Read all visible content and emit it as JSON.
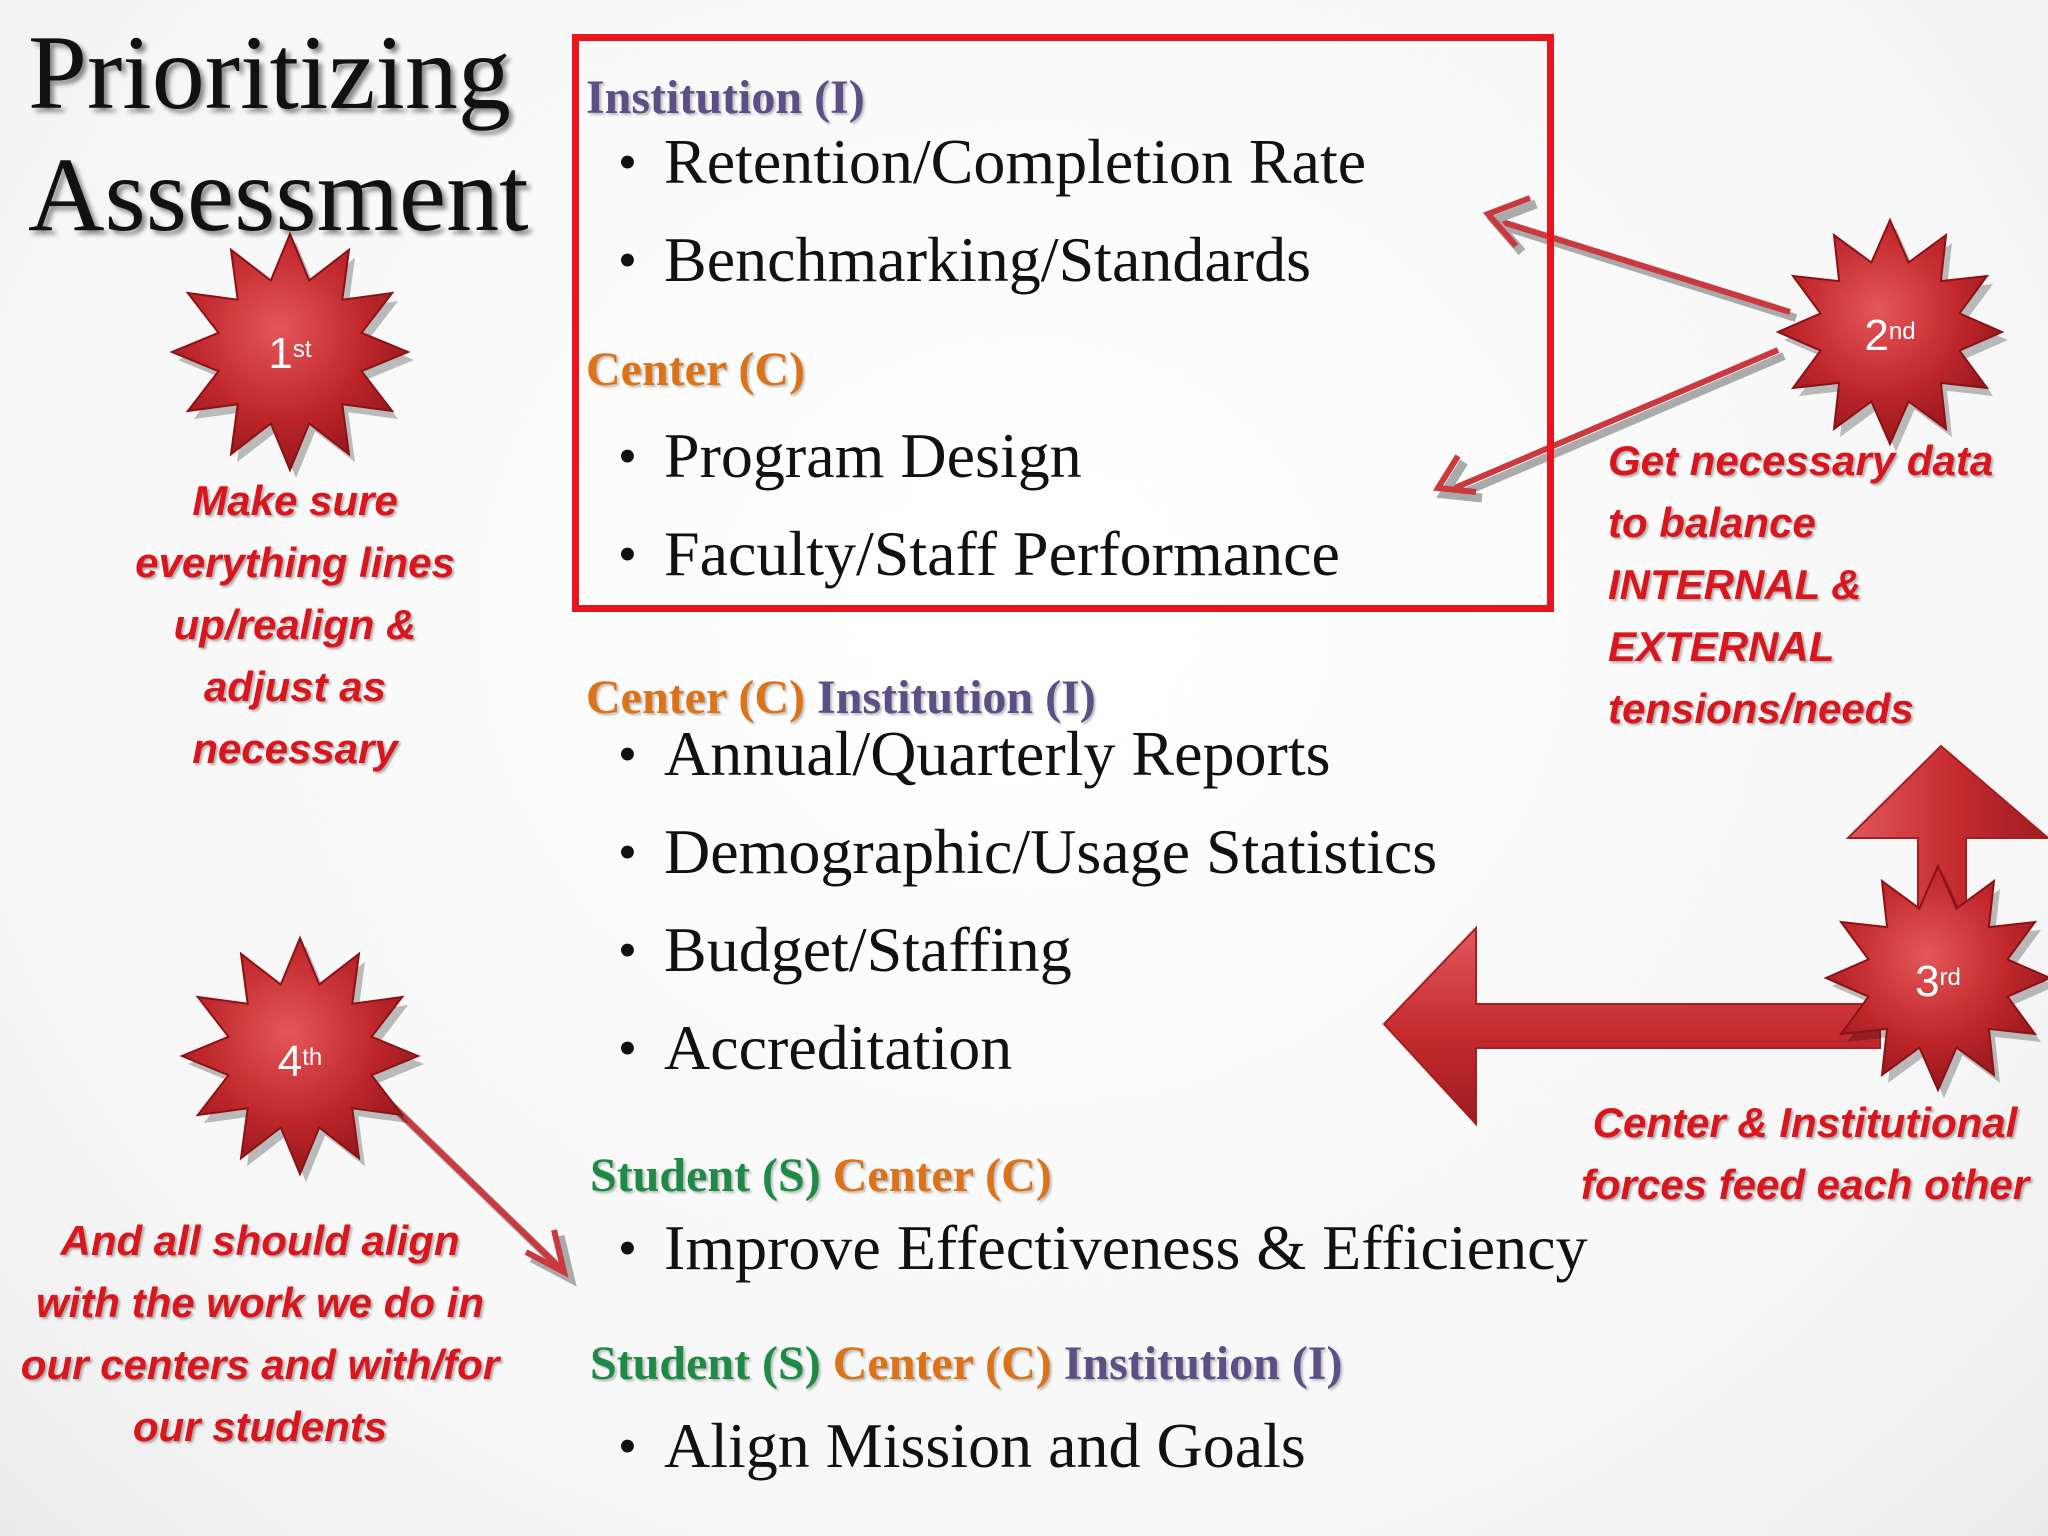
{
  "title": {
    "line1": "Prioritizing",
    "line2": "Assessment"
  },
  "stars": [
    {
      "num": "1",
      "suffix": "st"
    },
    {
      "num": "2",
      "suffix": "nd"
    },
    {
      "num": "3",
      "suffix": "rd"
    },
    {
      "num": "4",
      "suffix": "th"
    }
  ],
  "notes": {
    "first": "Make sure everything lines up/realign & adjust as necessary",
    "second": "Get necessary data to balance INTERNAL & EXTERNAL tensions/needs",
    "third": "Center & Institutional forces feed each other",
    "fourth": "And all should align with the work we do in our centers and with/for our students"
  },
  "sections": {
    "s1": {
      "h1": "Institution (I)",
      "items": [
        "Retention/Completion Rate",
        "Benchmarking/Standards"
      ]
    },
    "s2": {
      "h1": "Center (C)",
      "items": [
        "Program Design",
        "Faculty/Staff Performance"
      ]
    },
    "s3": {
      "h1": "Center (C)",
      "h2": "Institution (I)",
      "items": [
        "Annual/Quarterly Reports",
        "Demographic/Usage Statistics",
        "Budget/Staffing",
        "Accreditation"
      ]
    },
    "s4": {
      "h1": "Student (S)",
      "h2": "Center (C)",
      "items": [
        "Improve Effectiveness & Efficiency"
      ]
    },
    "s5": {
      "h1": "Student (S)",
      "h2": "Center (C)",
      "h3": "Institution (I)",
      "items": [
        "Align Mission and Goals"
      ]
    }
  },
  "colors": {
    "institution": "#5c4f86",
    "center": "#dc7318",
    "student": "#1f8a46",
    "accent_red": "#d9161d",
    "box_border": "#e8161c"
  }
}
